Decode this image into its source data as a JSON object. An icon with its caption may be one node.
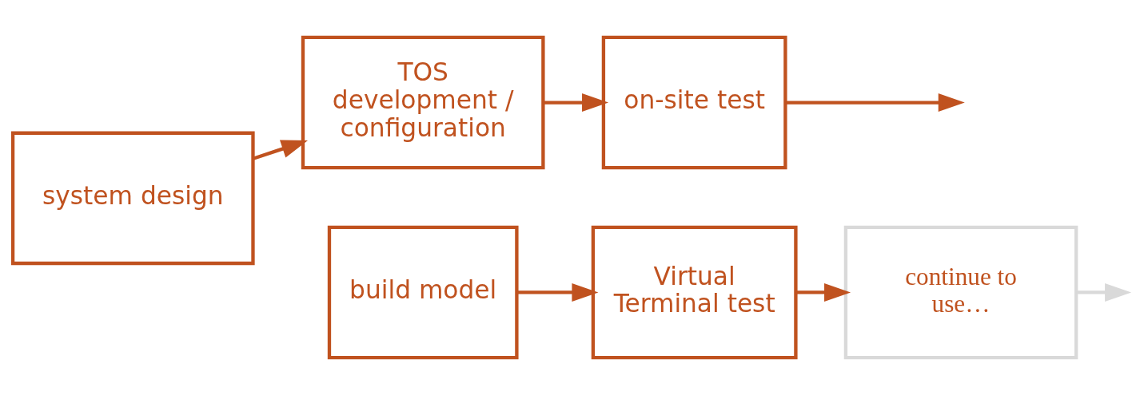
{
  "diagram": {
    "nodes": [
      {
        "text": [
          "system design"
        ]
      },
      {
        "text": [
          "TOS development / configuration"
        ]
      },
      {
        "text": [
          "on-site test"
        ]
      },
      {
        "text": [
          "build model"
        ]
      },
      {
        "text": [
          "Virtual Terminal test"
        ]
      },
      {
        "text": [
          "continue to use…"
        ]
      }
    ],
    "edges": [
      {
        "from": 0,
        "to": 1,
        "arrow": "to"
      },
      {
        "from": 1,
        "to": 2,
        "arrow": "to"
      },
      {
        "from": 2,
        "to": null,
        "arrow": "to"
      },
      {
        "from": 3,
        "to": 4,
        "arrow": "to"
      },
      {
        "from": 4,
        "to": 5,
        "arrow": "to"
      },
      {
        "from": 5,
        "to": null,
        "arrow": "to",
        "color": "#d9d9d9"
      }
    ]
  }
}
